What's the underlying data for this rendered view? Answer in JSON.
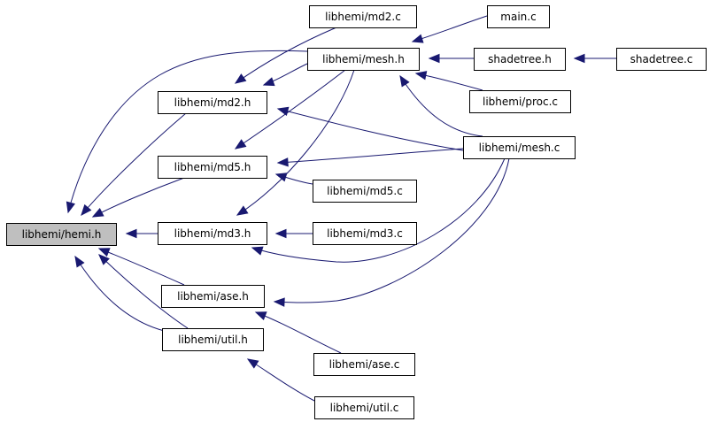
{
  "graph": {
    "edge_color": "#191970",
    "highlight_fill": "#bfbfbf",
    "nodes": [
      {
        "id": "hemi_h",
        "label": "libhemi/hemi.h",
        "highlight": true
      },
      {
        "id": "md2_h",
        "label": "libhemi/md2.h"
      },
      {
        "id": "md5_h",
        "label": "libhemi/md5.h"
      },
      {
        "id": "md3_h",
        "label": "libhemi/md3.h"
      },
      {
        "id": "ase_h",
        "label": "libhemi/ase.h"
      },
      {
        "id": "util_h",
        "label": "libhemi/util.h"
      },
      {
        "id": "md2_c",
        "label": "libhemi/md2.c"
      },
      {
        "id": "mesh_h",
        "label": "libhemi/mesh.h"
      },
      {
        "id": "md5_c",
        "label": "libhemi/md5.c"
      },
      {
        "id": "md3_c",
        "label": "libhemi/md3.c"
      },
      {
        "id": "ase_c",
        "label": "libhemi/ase.c"
      },
      {
        "id": "util_c",
        "label": "libhemi/util.c"
      },
      {
        "id": "main_c",
        "label": "main.c"
      },
      {
        "id": "shadetree_h",
        "label": "shadetree.h"
      },
      {
        "id": "proc_c",
        "label": "libhemi/proc.c"
      },
      {
        "id": "mesh_c",
        "label": "libhemi/mesh.c"
      },
      {
        "id": "shadetree_c",
        "label": "shadetree.c"
      }
    ],
    "edges": [
      {
        "from": "md2_h",
        "to": "hemi_h"
      },
      {
        "from": "md5_h",
        "to": "hemi_h"
      },
      {
        "from": "md3_h",
        "to": "hemi_h"
      },
      {
        "from": "ase_h",
        "to": "hemi_h"
      },
      {
        "from": "util_h",
        "to": "hemi_h"
      },
      {
        "from": "mesh_h",
        "to": "hemi_h"
      },
      {
        "from": "util_c",
        "to": "util_h"
      },
      {
        "from": "util_c",
        "to": "hemi_h"
      },
      {
        "from": "md2_c",
        "to": "md2_h"
      },
      {
        "from": "mesh_h",
        "to": "md2_h"
      },
      {
        "from": "mesh_h",
        "to": "md5_h"
      },
      {
        "from": "mesh_h",
        "to": "md3_h"
      },
      {
        "from": "md5_c",
        "to": "md5_h"
      },
      {
        "from": "md3_c",
        "to": "md3_h"
      },
      {
        "from": "ase_c",
        "to": "ase_h"
      },
      {
        "from": "main_c",
        "to": "mesh_h"
      },
      {
        "from": "shadetree_h",
        "to": "mesh_h"
      },
      {
        "from": "proc_c",
        "to": "mesh_h"
      },
      {
        "from": "mesh_c",
        "to": "mesh_h"
      },
      {
        "from": "shadetree_c",
        "to": "shadetree_h"
      },
      {
        "from": "mesh_c",
        "to": "md2_h"
      },
      {
        "from": "mesh_c",
        "to": "md5_h"
      },
      {
        "from": "mesh_c",
        "to": "md3_h"
      },
      {
        "from": "mesh_c",
        "to": "ase_h"
      }
    ]
  }
}
